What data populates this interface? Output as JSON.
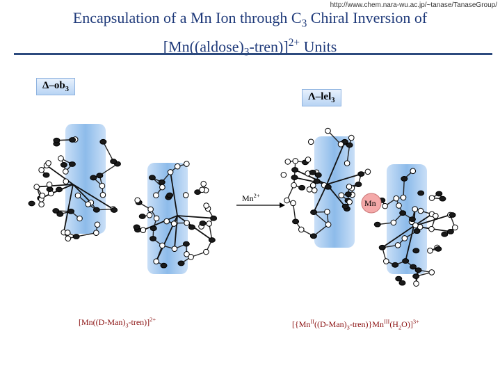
{
  "url": "http://www.chem.nara-wu.ac.jp/~tanase/TanaseGroup/",
  "title": {
    "line1_pre": "Encapsulation of a Mn Ion through C",
    "line1_sub": "3",
    "line1_post": " Chiral Inversion of",
    "line2_a": "[Mn((aldose)",
    "line2_sub": "3",
    "line2_b": "-tren)]",
    "line2_sup": "2+",
    "line2_c": " Units"
  },
  "left_label": {
    "main": "Δ–ob",
    "sub": "3"
  },
  "right_label": {
    "main": "Λ–lel",
    "sub": "3"
  },
  "arrow_label": {
    "main": "Mn",
    "sup": "2+"
  },
  "mn_center": "Mn",
  "left_caption": {
    "a": "[Mn((D-Man)",
    "sub": "3",
    "b": "-tren)]",
    "sup": "2+"
  },
  "right_caption": {
    "a": "[{Mn",
    "sup1": "II",
    "b": "((D-Man)",
    "sub1": "3",
    "c": "-tren)}Mn",
    "sup2": "III",
    "d": "(H",
    "sub2": "2",
    "e": "O)]",
    "sup3": "3+"
  },
  "colors": {
    "title": "#1f3a7a",
    "caption": "#8a1010",
    "highlight": "#9cc4ee",
    "mn_circle": "#f4a9a9"
  }
}
